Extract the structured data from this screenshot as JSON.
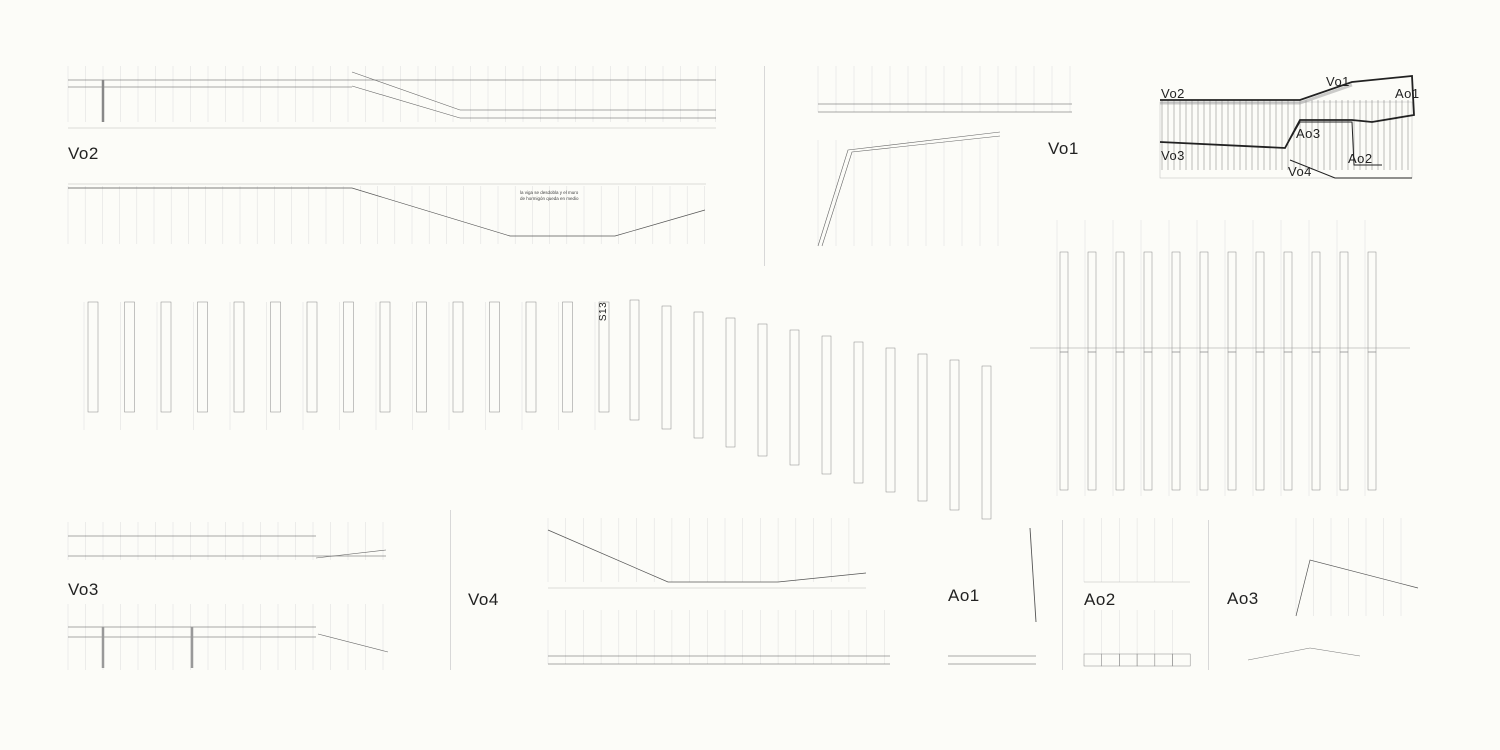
{
  "colors": {
    "background": "#fcfcf8",
    "line": "#555555",
    "grid": "#d6d6d6",
    "heavy": "#333333",
    "key_fill": "#e8e8e8"
  },
  "labels": {
    "v02": "Vo2",
    "v01": "Vo1",
    "v03": "Vo3",
    "v04": "Vo4",
    "a01": "Ao1",
    "a02": "Ao2",
    "a03": "Ao3",
    "s13": "S13"
  },
  "key_plan_labels": {
    "v01": "Vo1",
    "v02": "Vo2",
    "v03": "Vo3",
    "v04": "Vo4",
    "a01": "Ao1",
    "a02": "Ao2",
    "a03": "Ao3"
  },
  "notes": {
    "v02_section": "la viga se desdobla y el muro de hormigón queda en medio"
  },
  "icons": {
    "key_plan": "key-plan-icon",
    "level_marker": "level-marker-icon"
  }
}
